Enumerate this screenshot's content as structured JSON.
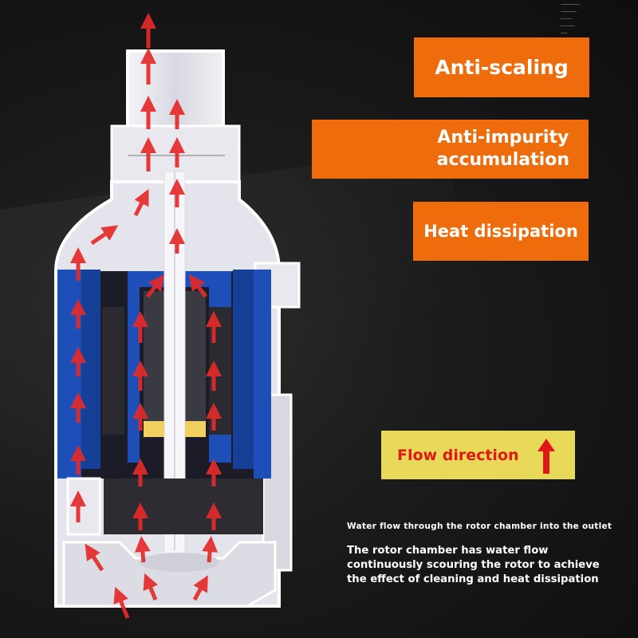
{
  "badges": {
    "anti_scaling": "Anti-scaling",
    "anti_impurity_line1": "Anti-impurity",
    "anti_impurity_line2": "accumulation",
    "heat_dissipation": "Heat dissipation"
  },
  "legend": {
    "label": "Flow direction",
    "icon": "red-up-arrow-icon"
  },
  "captions": {
    "heading": "Water flow through the rotor chamber into the outlet",
    "body": "The rotor chamber has water flow continuously scouring the rotor to achieve the effect of cleaning and heat dissipation"
  },
  "diagram": {
    "subject": "pump cross-section",
    "colors": {
      "background": "#141414",
      "badge": "#ee6c0c",
      "legend_bg": "#e8da58",
      "flow_arrow": "#e42a2a",
      "housing": "#e8e8ee",
      "stator_blue": "#1e4fb8",
      "bearing_yellow": "#f0d060"
    }
  }
}
